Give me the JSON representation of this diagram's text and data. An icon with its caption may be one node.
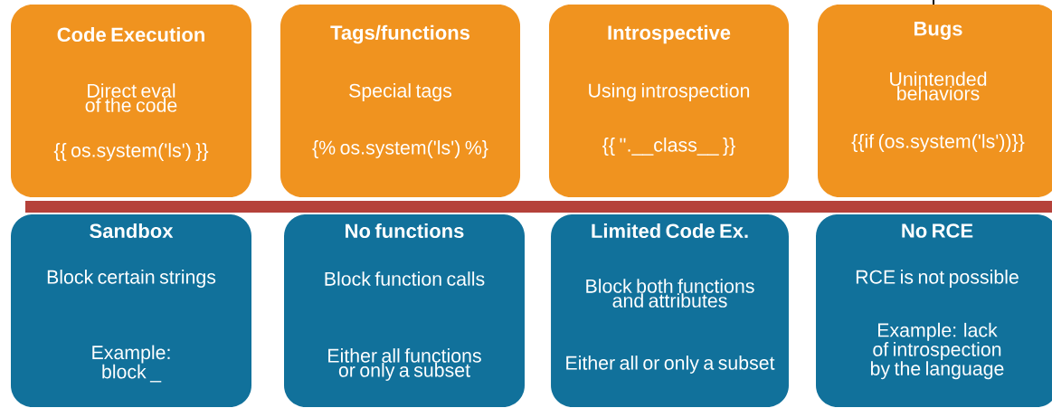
{
  "diagram": {
    "nodes": [
      {
        "text": [
          "Code Execution",
          "Direct eval of the code",
          "{{ os.system('ls') }}"
        ]
      },
      {
        "text": [
          "Tags/functions",
          "Special tags",
          "{% os.system('ls') %}"
        ]
      },
      {
        "text": [
          "Introspective",
          "Using introspection",
          "{{ ''.__class__ }}"
        ]
      },
      {
        "text": [
          "Bugs",
          "Unintended behaviors",
          "{{if (os.system('ls'))}}"
        ]
      },
      {
        "text": [
          "Sandbox",
          "Block certain strings",
          "Example: block _"
        ]
      },
      {
        "text": [
          "No functions",
          "Block function calls",
          "Either all functions or only a subset"
        ]
      },
      {
        "text": [
          "Limited Code Ex.",
          "Block both functions and attributes",
          "Either all or only a subset"
        ]
      },
      {
        "text": [
          "No RCE",
          "RCE is not possible",
          "Example: lack of introspection by the language"
        ]
      }
    ]
  }
}
